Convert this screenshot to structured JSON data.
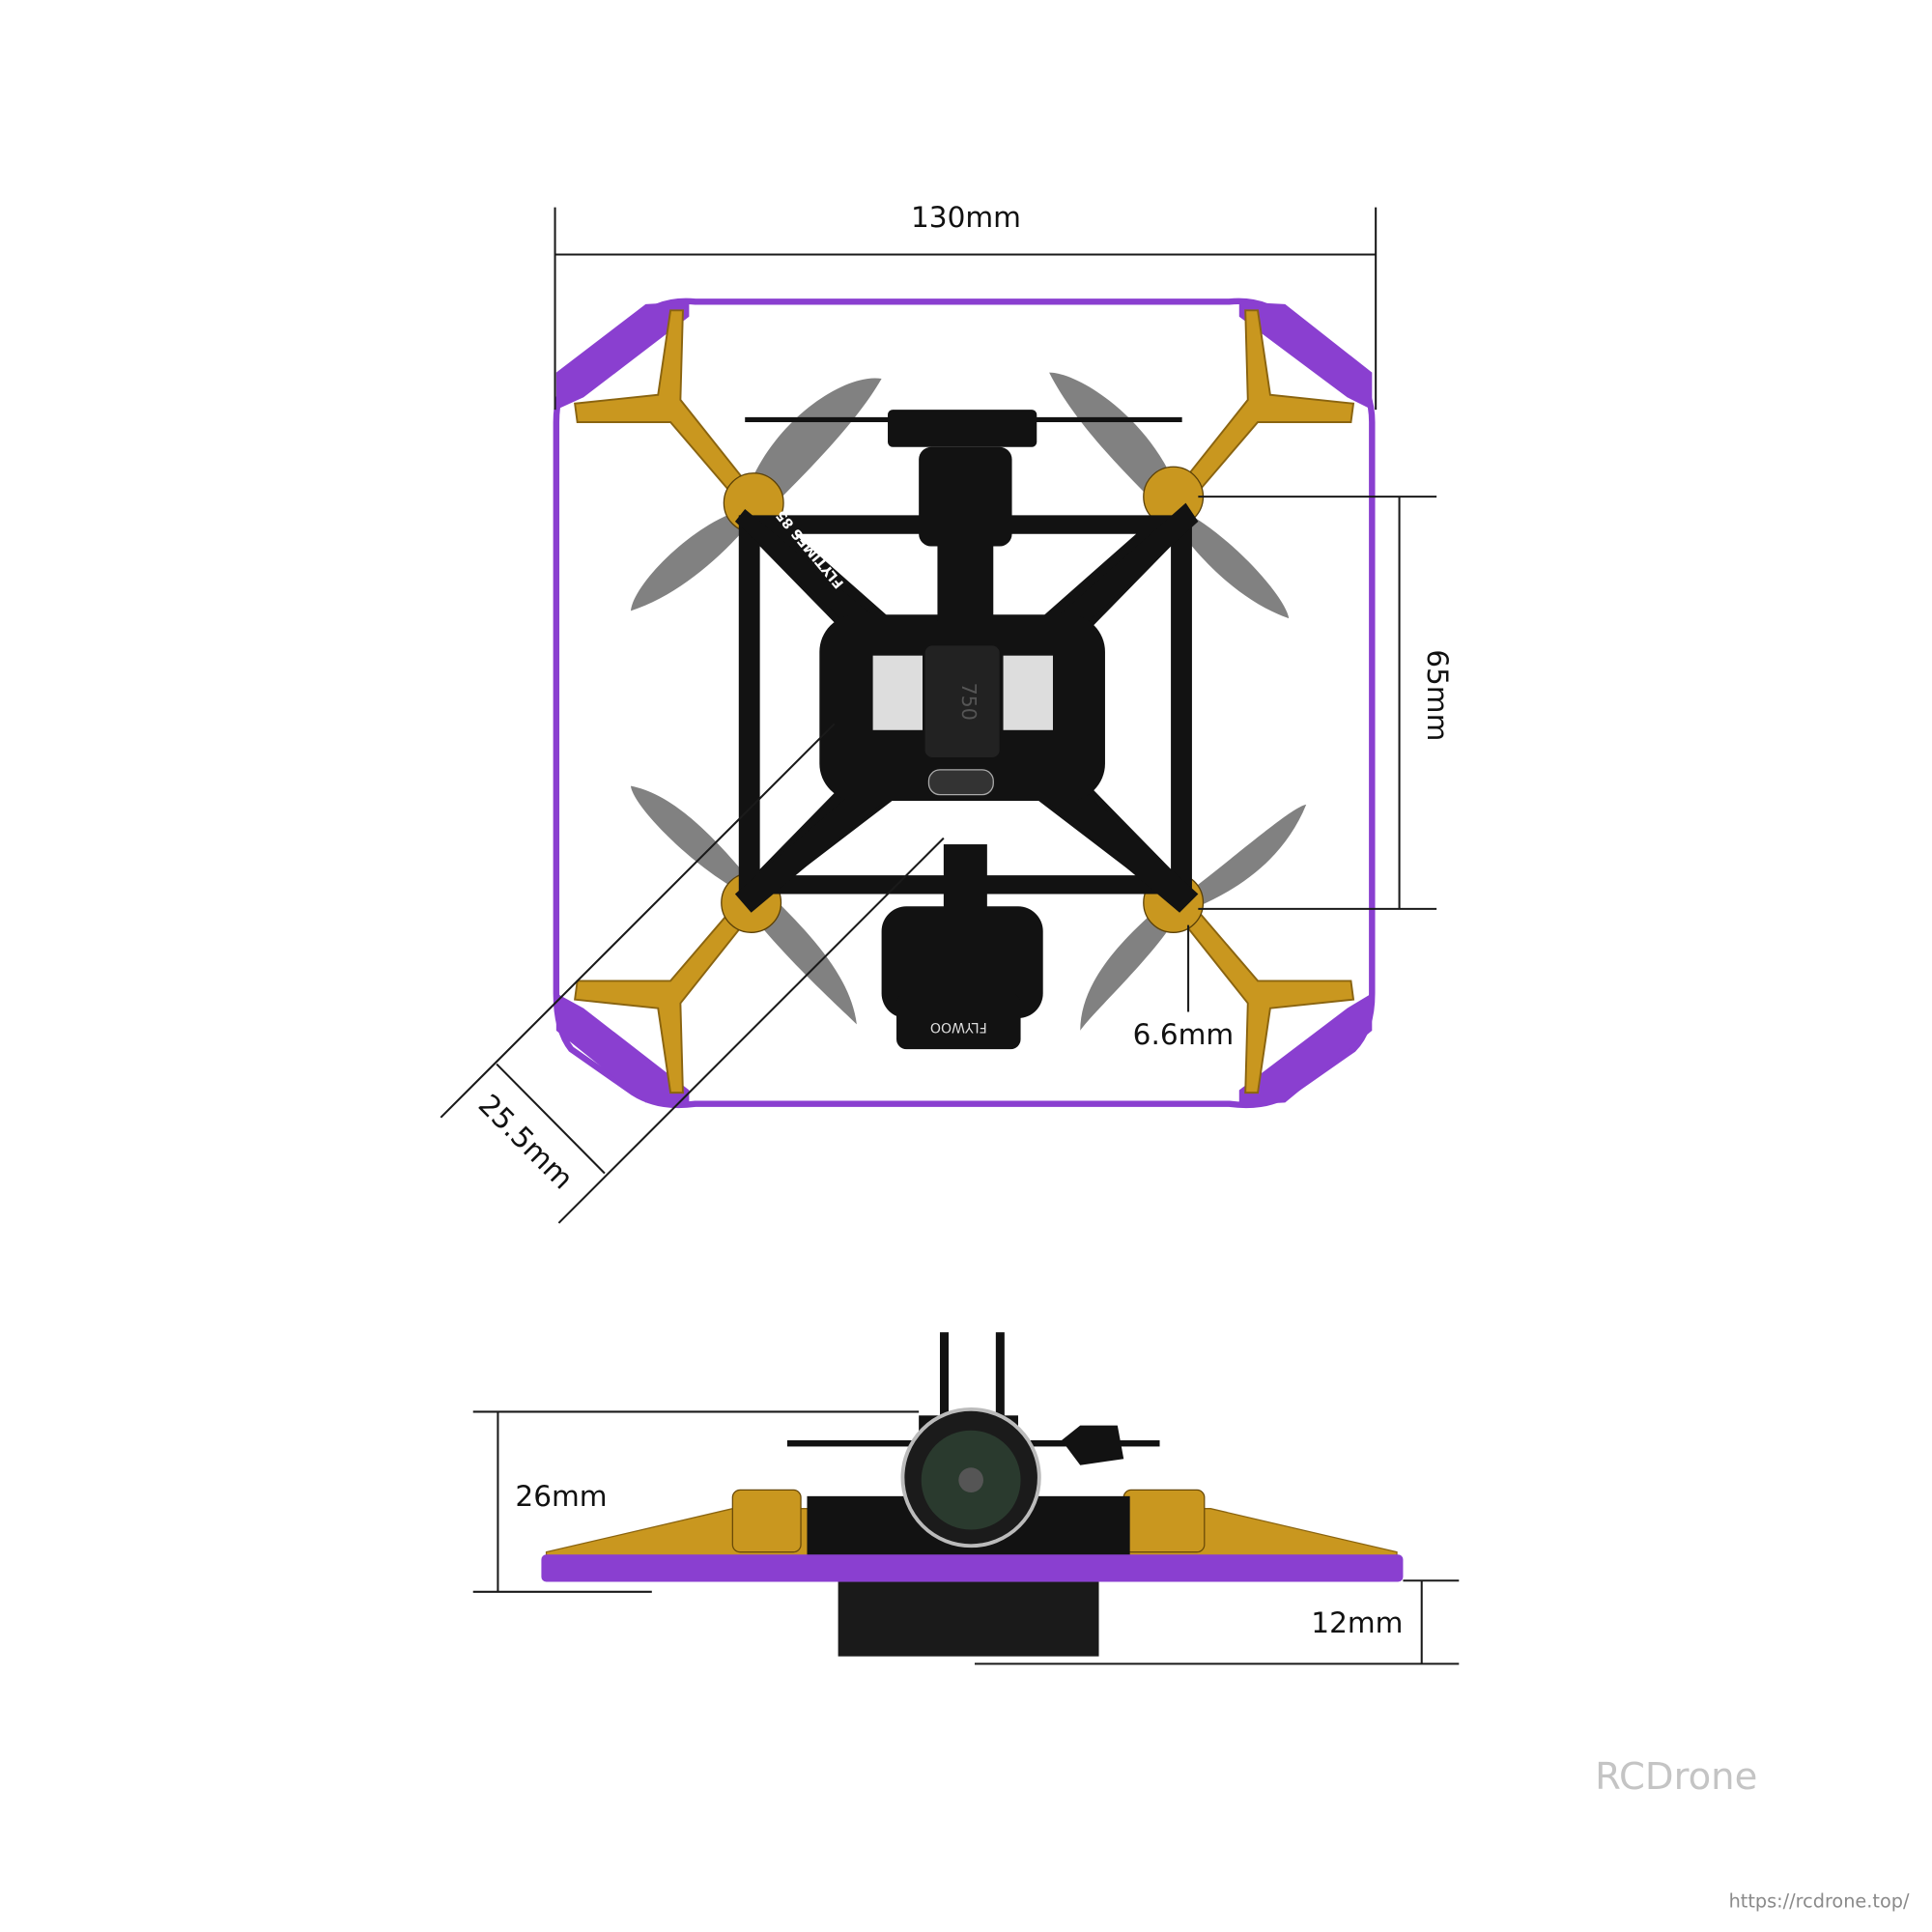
{
  "top_view": {
    "width_label": "130mm",
    "motor_spacing_label": "65mm",
    "motor_height_label": "6.6mm",
    "prop_size_label": "25.5mm",
    "frame_text": "FLYTIMES 85",
    "battery_text": "750",
    "camera_text": "FLYWOO"
  },
  "side_view": {
    "height_label": "26mm",
    "bottom_height_label": "12mm"
  },
  "watermark": {
    "brand": "RCDrone",
    "url": "https://rcdrone.top/"
  },
  "colors": {
    "guard": "#8a3fd0",
    "arms": "#c9971f",
    "frame": "#121212",
    "props": "#6b6b6b"
  }
}
